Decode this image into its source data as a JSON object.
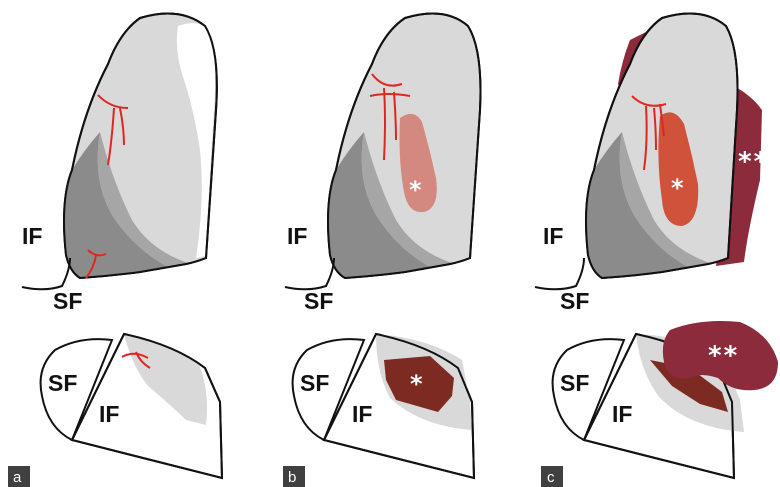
{
  "panels": [
    {
      "letter": "a",
      "top_labels": {
        "if": "IF",
        "sf": "SF"
      },
      "bottom_labels": {
        "sf": "SF",
        "if": "IF"
      }
    },
    {
      "letter": "b",
      "top_labels": {
        "if": "IF",
        "sf": "SF"
      },
      "bottom_labels": {
        "sf": "SF",
        "if": "IF"
      },
      "lesion_marker": "*"
    },
    {
      "letter": "c",
      "top_labels": {
        "if": "IF",
        "sf": "SF"
      },
      "bottom_labels": {
        "sf": "SF",
        "if": "IF"
      },
      "lesion_marker": "*",
      "extension_marker": "**"
    }
  ],
  "colors": {
    "background": "#ffffff",
    "outline": "#111111",
    "light_gray": "#d9d9d9",
    "mid_gray": "#a6a6a6",
    "dark_gray": "#8b8b8b",
    "vessel_red": "#e0261f",
    "lesion_pink": "#d3897f",
    "lesion_orange": "#d0523a",
    "lesion_brown": "#7d2a22",
    "extension_maroon": "#8b2b3b",
    "label_box": "#404040"
  }
}
